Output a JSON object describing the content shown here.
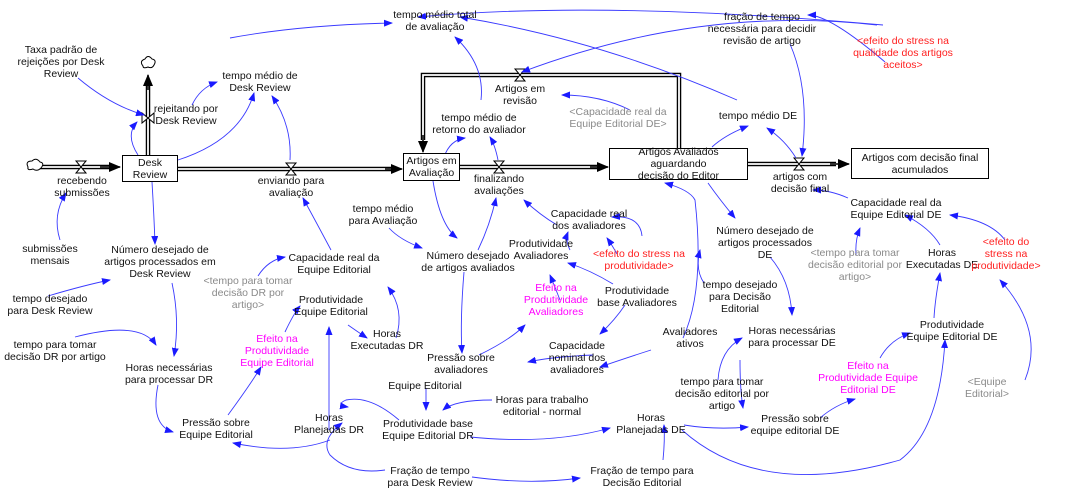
{
  "diagram": {
    "type": "stock-and-flow",
    "stocks": {
      "desk_review": "Desk\nReview",
      "artigos_avaliacao": "Artigos em\nAvaliação",
      "artigos_aguardando": "Artigos Avaliados aguardando\ndecisão do Editor",
      "artigos_decisao_final": "Artigos com decisão final\nacumulados"
    },
    "flows": {
      "recebendo": "recebendo\nsubmissões",
      "rejeitando": "rejeitando por\nDesk Review",
      "enviando": "enviando para\navaliação",
      "finalizando": "finalizando\navaliações",
      "revisao": "Artigos em\nrevisão",
      "decisao_final": "artigos com\ndecisão final"
    },
    "variables": {
      "taxa_rejeicoes": "Taxa padrão de\nrejeições por Desk\nReview",
      "tempo_medio_dr": "tempo médio de\nDesk Review",
      "tempo_medio_total": "tempo médio total\nde avaliação",
      "tempo_medio_retorno": "tempo médio de\nretorno do avaliador",
      "fracao_tempo_revisao": "fração de tempo\nnecessária para decidir\nrevisão de artigo",
      "tempo_medio_de": "tempo médio DE",
      "submissoes_mensais": "submissões\nmensais",
      "numero_desejado_dr": "Número desejado de\nartigos processados em\nDesk Review",
      "tempo_desejado_dr": "tempo desejado\npara Desk Review",
      "tempo_tomar_dr": "tempo para tomar\ndecisão DR por artigo",
      "horas_necessarias_dr": "Horas necessárias\npara processar DR",
      "pressao_equipe": "Pressão sobre\nEquipe Editorial",
      "capacidade_real_equipe": "Capacidade real da\nEquipe Editorial",
      "produtividade_equipe": "Produtividade\nEquipe Editorial",
      "horas_executadas_dr": "Horas\nExecutadas DR",
      "horas_planejadas_dr": "Horas\nPlanejadas DR",
      "tempo_medio_avaliacao": "tempo médio\npara Avaliação",
      "numero_desejado_avaliados": "Número desejado\nde artigos avaliados",
      "capacidade_real_avaliadores": "Capacidade real\ndos avaliadores",
      "produtividade_avaliadores": "Produtividade\nAvaliadores",
      "produtividade_base_avaliadores": "Produtividade\nbase Avaliadores",
      "pressao_avaliadores": "Pressão sobre\navaliadores",
      "capacidade_nominal": "Capacidade\nnominal dos\navaliadores",
      "avaliadores_ativos": "Avaliadores\nativos",
      "equipe_editorial": "Equipe Editorial",
      "horas_trabalho_normal": "Horas para trabalho\neditorial - normal",
      "produtividade_base_dr": "Produtividade base\nEquipe Editorial DR",
      "fracao_desk_review": "Fração de tempo\npara Desk Review",
      "fracao_decisao_editorial": "Fração de tempo para\nDecisão Editorial",
      "horas_planejadas_de": "Horas\nPlanejadas DE",
      "numero_desejado_de": "Número desejado de\nartigos processados\nDE",
      "tempo_desejado_de": "tempo desejado\npara Decisão\nEditorial",
      "horas_necessarias_de": "Horas necessárias\npara processar DE",
      "tempo_tomar_de": "tempo para tomar\ndecisão editorial por\nartigo",
      "pressao_equipe_de": "Pressão sobre\nequipe editorial DE",
      "capacidade_real_de": "Capacidade real da\nEquipe Editorial DE",
      "horas_executadas_de": "Horas\nExecutadas DE",
      "produtividade_equipe_de": "Produtividade\nEquipe Editorial DE"
    },
    "effects": {
      "efeito_prod_equipe": "Efeito na\nProdutividade\nEquipe Editorial",
      "efeito_prod_avaliadores": "Efeito na\nProdutividade\nAvaliadores",
      "efeito_prod_equipe_de": "Efeito na\nProdutividade Equipe\nEditorial DE"
    },
    "shadow_variables": {
      "sh_capacidade_de": "<Capacidade real da\nEquipe Editorial DE>",
      "sh_tempo_dr": "<tempo para tomar\ndecisão DR por\nartigo>",
      "sh_tempo_de": "<tempo para tomar\ndecisão editorial por\nartigo>",
      "sh_equipe_editorial": "<Equipe Editorial>"
    },
    "external_effects": {
      "ext_stress_qualidade": "<efeito do stress na\nqualidade dos artigos\naceitos>",
      "ext_stress_prod": "<efeito do stress na\nprodutividade>",
      "ext_stress_prod_de": "<efeito do stress na\nprodutividade>"
    },
    "colors": {
      "link": "#2a2aff",
      "pipe": "#000000",
      "shadow": "#8a8a8a",
      "external": "#ff2020",
      "effect": "#ff00ff"
    }
  }
}
